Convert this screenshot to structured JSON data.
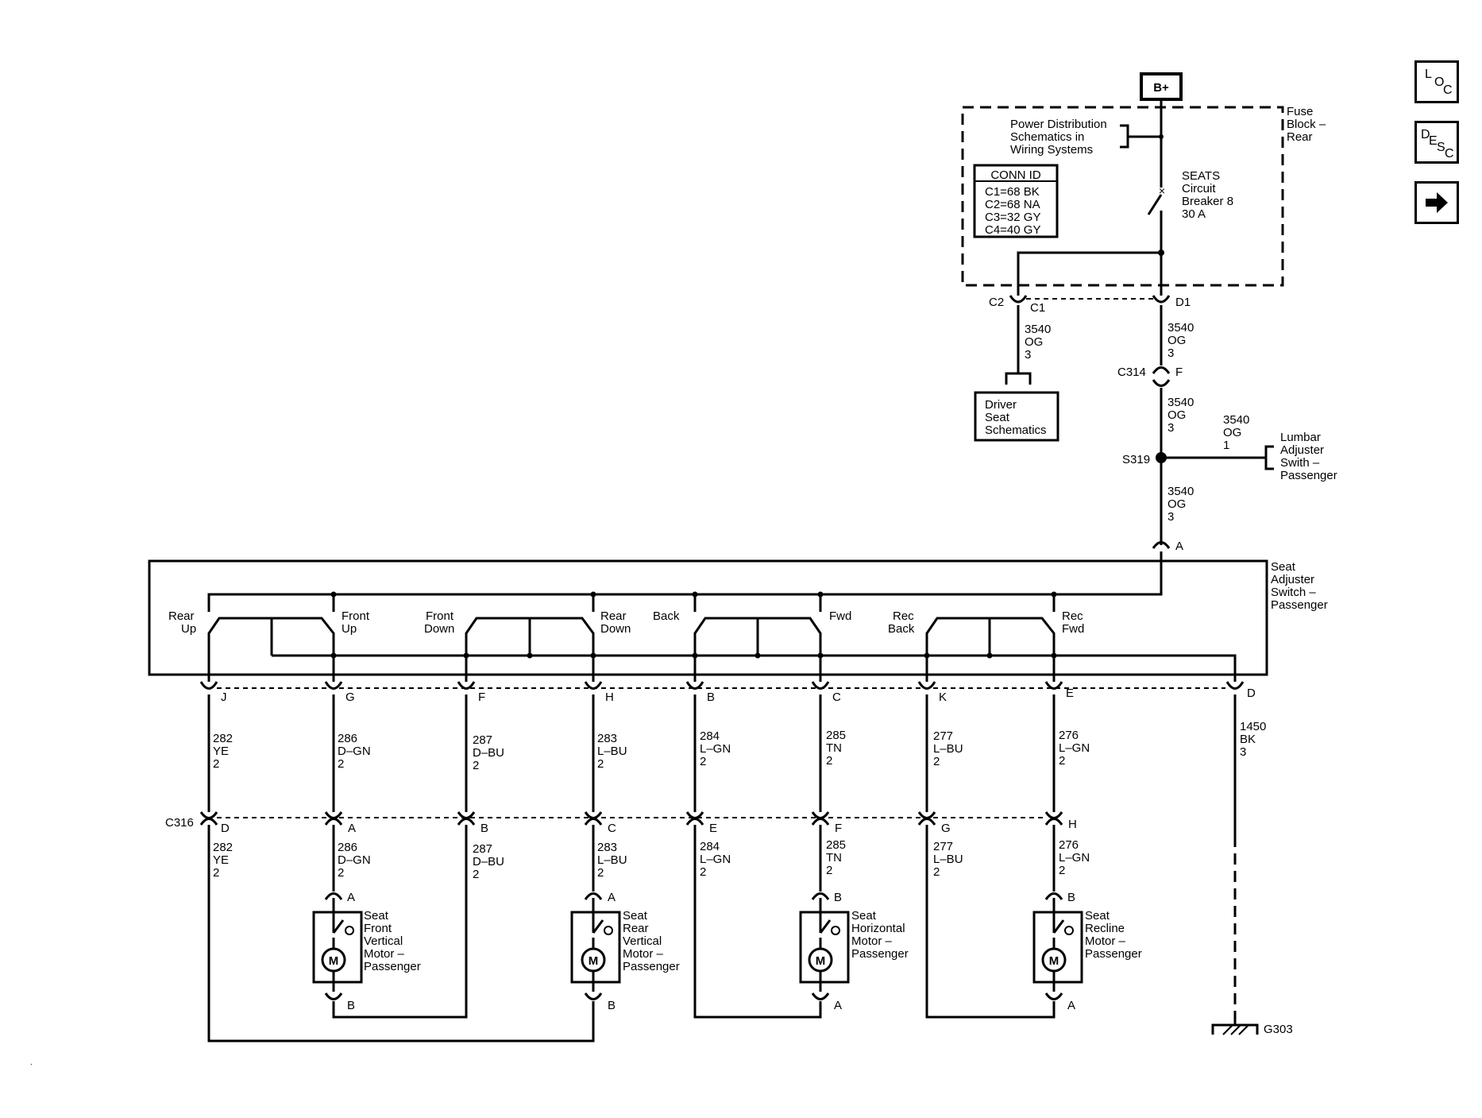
{
  "nav": {
    "loc": [
      "L",
      "O",
      "C"
    ],
    "desc": [
      "D",
      "E",
      "S",
      "C"
    ]
  },
  "power": {
    "bplus": "B+"
  },
  "fuse_block": {
    "label": [
      "Fuse",
      "Block –",
      "Rear"
    ],
    "power_dist": [
      "Power Distribution",
      "Schematics in",
      "Wiring Systems"
    ],
    "conn_id_title": "CONN ID",
    "conn_ids": [
      "C1=68 BK",
      "C2=68 NA",
      "C3=32 GY",
      "C4=40 GY"
    ],
    "breaker": [
      "SEATS",
      "Circuit",
      "Breaker 8",
      "30 A"
    ],
    "c2": "C2",
    "c1": "C1",
    "d1": "D1"
  },
  "driver_seat": [
    "Driver",
    "Seat",
    "Schematics"
  ],
  "wire_driver": [
    "3540",
    "OG",
    "3"
  ],
  "wire_d1": [
    "3540",
    "OG",
    "3"
  ],
  "c314": {
    "name": "C314",
    "pin": "F"
  },
  "wire_c314": [
    "3540",
    "OG",
    "3"
  ],
  "s319": "S319",
  "wire_lumbar": [
    "3540",
    "OG",
    "1"
  ],
  "lumbar": [
    "Lumbar",
    "Adjuster",
    "Swith –",
    "Passenger"
  ],
  "wire_s319": [
    "3540",
    "OG",
    "3"
  ],
  "switch_pin_a": "A",
  "switch_label": [
    "Seat",
    "Adjuster",
    "Switch –",
    "Passenger"
  ],
  "positions": {
    "rear_up": [
      "Rear",
      "Up"
    ],
    "front_up": [
      "Front",
      "Up"
    ],
    "front_down": [
      "Front",
      "Down"
    ],
    "rear_down": [
      "Rear",
      "Down"
    ],
    "back": [
      "Back"
    ],
    "fwd": [
      "Fwd"
    ],
    "rec_back": [
      "Rec",
      "Back"
    ],
    "rec_fwd": [
      "Rec",
      "Fwd"
    ]
  },
  "pins_top": [
    "J",
    "G",
    "F",
    "H",
    "B",
    "C",
    "K",
    "E",
    "D"
  ],
  "wires_top": [
    [
      "282",
      "YE",
      "2"
    ],
    [
      "286",
      "D–GN",
      "2"
    ],
    [
      "287",
      "D–BU",
      "2"
    ],
    [
      "283",
      "L–BU",
      "2"
    ],
    [
      "284",
      "L–GN",
      "2"
    ],
    [
      "285",
      "TN",
      "2"
    ],
    [
      "277",
      "L–BU",
      "2"
    ],
    [
      "276",
      "L–GN",
      "2"
    ],
    [
      "1450",
      "BK",
      "3"
    ]
  ],
  "c316": {
    "name": "C316",
    "pins": [
      "D",
      "A",
      "B",
      "C",
      "E",
      "F",
      "G",
      "H"
    ]
  },
  "wires_bottom": [
    [
      "282",
      "YE",
      "2"
    ],
    [
      "286",
      "D–GN",
      "2"
    ],
    [
      "287",
      "D–BU",
      "2"
    ],
    [
      "283",
      "L–BU",
      "2"
    ],
    [
      "284",
      "L–GN",
      "2"
    ],
    [
      "285",
      "TN",
      "2"
    ],
    [
      "277",
      "L–BU",
      "2"
    ],
    [
      "276",
      "L–GN",
      "2"
    ]
  ],
  "motors": [
    {
      "label": [
        "Seat",
        "Front",
        "Vertical",
        "Motor –",
        "Passenger"
      ],
      "top_pin": "A",
      "bottom_pin": "B"
    },
    {
      "label": [
        "Seat",
        "Rear",
        "Vertical",
        "Motor –",
        "Passenger"
      ],
      "top_pin": "A",
      "bottom_pin": "B"
    },
    {
      "label": [
        "Seat",
        "Horizontal",
        "Motor –",
        "Passenger"
      ],
      "top_pin": "B",
      "bottom_pin": "A"
    },
    {
      "label": [
        "Seat",
        "Recline",
        "Motor –",
        "Passenger"
      ],
      "top_pin": "B",
      "bottom_pin": "A"
    }
  ],
  "motor_symbol": "M",
  "ground": "G303"
}
